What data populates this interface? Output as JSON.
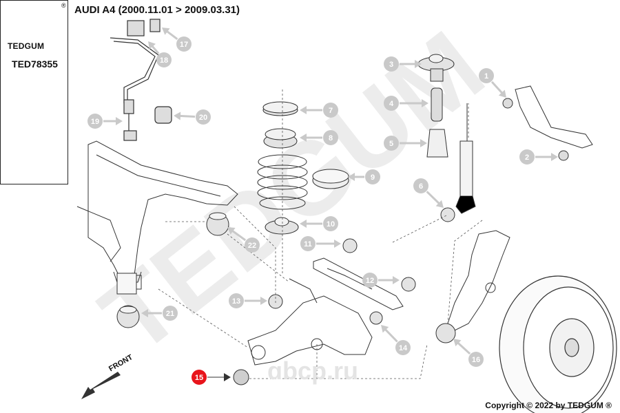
{
  "header": {
    "vehicle": "AUDI A4 (2000.11.01 > 2009.03.31)",
    "copyright": "Copyright © 2022 by TEDGUM ®"
  },
  "sidebar": {
    "brand": "TEDGUM",
    "registered_mark": "®",
    "part_number": "TED78355",
    "highlight_label": "15",
    "highlight_color": "#e8141b"
  },
  "diagram": {
    "front_label": "FRONT",
    "watermark": "TEDGUM",
    "site_watermark": "ɑbcp.ru",
    "callouts": [
      {
        "label": "1"
      },
      {
        "label": "2"
      },
      {
        "label": "3"
      },
      {
        "label": "4"
      },
      {
        "label": "5"
      },
      {
        "label": "6"
      },
      {
        "label": "7"
      },
      {
        "label": "8"
      },
      {
        "label": "9"
      },
      {
        "label": "10"
      },
      {
        "label": "11"
      },
      {
        "label": "12"
      },
      {
        "label": "13"
      },
      {
        "label": "14"
      },
      {
        "label": "15"
      },
      {
        "label": "16"
      },
      {
        "label": "17"
      },
      {
        "label": "18"
      },
      {
        "label": "19"
      },
      {
        "label": "20"
      },
      {
        "label": "21"
      },
      {
        "label": "22"
      }
    ],
    "callout_fill": "#c9c9c9",
    "callout_text": "#ffffff",
    "highlight_fill": "#e8141b"
  }
}
